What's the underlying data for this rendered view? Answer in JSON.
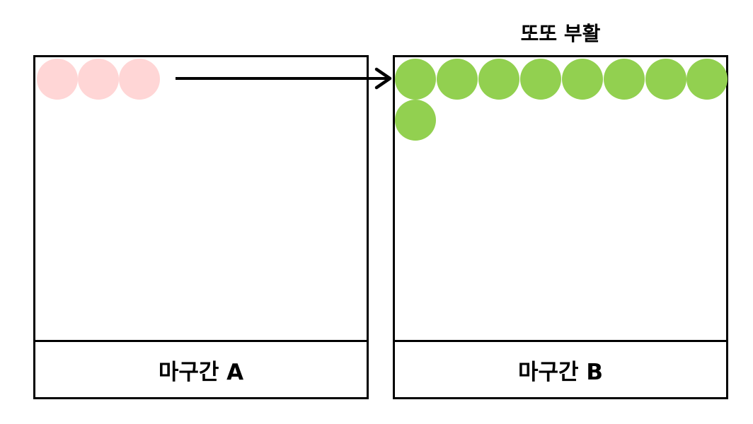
{
  "diagram": {
    "title": "또또 부활",
    "box_a": {
      "label": "마구간 A",
      "circles": 3,
      "circle_color": "#ffd6d6"
    },
    "box_b": {
      "label": "마구간 B",
      "circles": 9,
      "circle_color": "#92d050"
    },
    "arrow": {
      "from": "box_a",
      "to": "box_b",
      "color": "#000000"
    }
  }
}
